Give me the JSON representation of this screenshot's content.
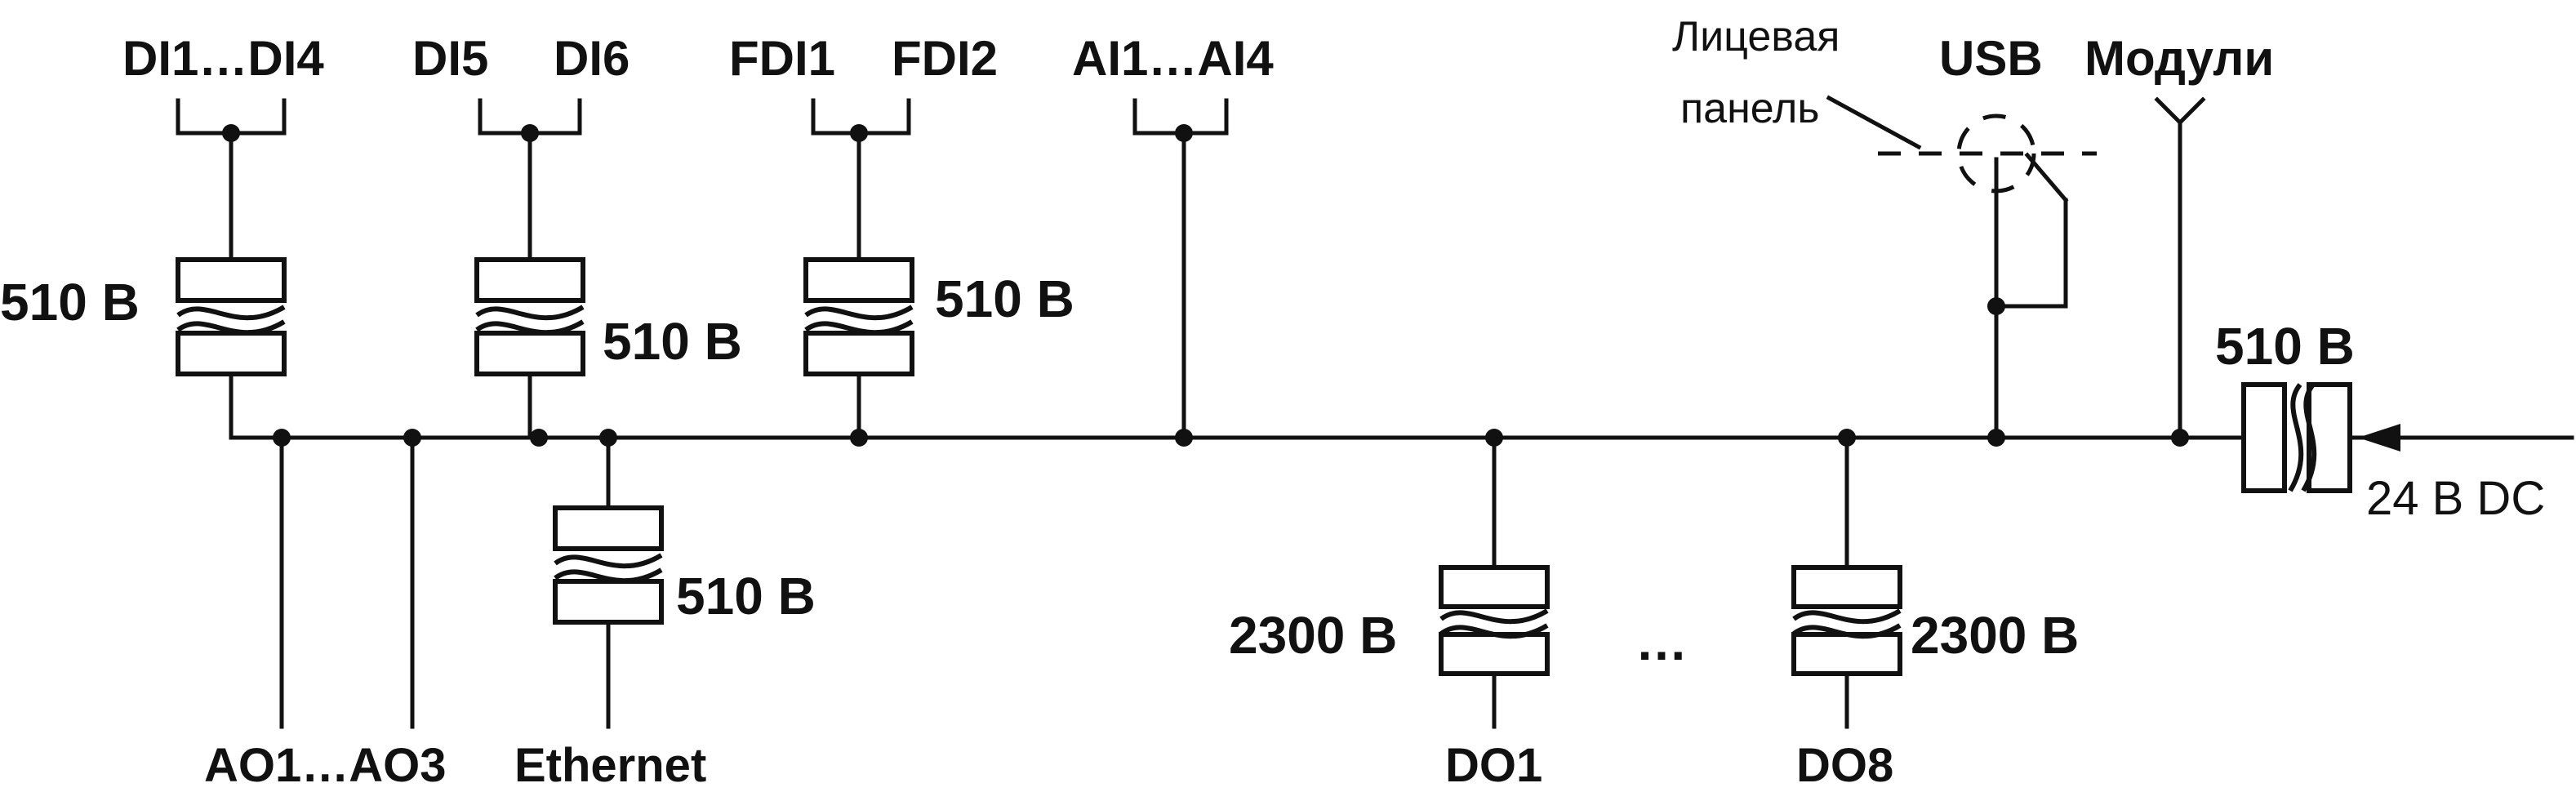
{
  "labels": {
    "di1_di4": "DI1…DI4",
    "di5": "DI5",
    "di6": "DI6",
    "fdi1": "FDI1",
    "fdi2": "FDI2",
    "ai1_ai4": "AI1…AI4",
    "front_panel_line1": "Лицевая",
    "front_panel_line2": "панель",
    "usb": "USB",
    "modules": "Модули",
    "ao1_ao3": "AO1…AO3",
    "ethernet": "Ethernet",
    "do1": "DO1",
    "do8": "DO8",
    "ellipsis": "…",
    "power": "24 В DC"
  },
  "isolation": {
    "di1_di4": "510 В",
    "di5_di6": "510 В",
    "fdi": "510 В",
    "ethernet": "510 В",
    "power": "510 В",
    "do1": "2300 В",
    "do8": "2300 В"
  }
}
